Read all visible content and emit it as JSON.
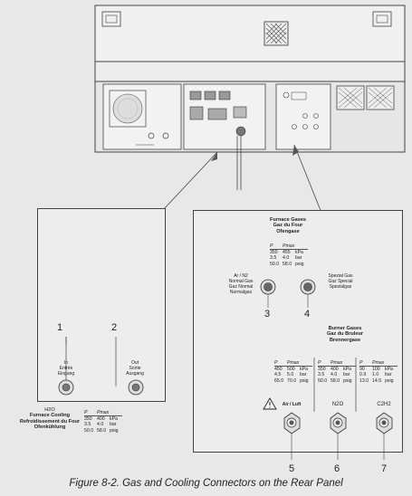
{
  "caption": "Figure 8-2.  Gas and Cooling Connectors on the Rear Panel",
  "furnace_gases": {
    "title": [
      "Furnace Gases",
      "Gaz du Four",
      "Ofengase"
    ],
    "table": {
      "h1": "P",
      "h2": "Pmax",
      "rows": [
        [
          "350",
          "455",
          "kPa"
        ],
        [
          "3.5",
          "4.0",
          "bar"
        ],
        [
          "50.0",
          "58.0",
          "psig"
        ]
      ]
    },
    "left_label": [
      "Ar / N2",
      "Normal Gas",
      "Gaz Normal",
      "Normalgas"
    ],
    "right_label": [
      "Spezial Gas",
      "Gaz Special",
      "Spezialgas"
    ]
  },
  "burner_gases": {
    "title": [
      "Burner Gases",
      "Gaz du Bruleur",
      "Brennergase"
    ],
    "tables": [
      {
        "h1": "P",
        "h2": "Pmax",
        "rows": [
          [
            "450",
            "500",
            "kPa"
          ],
          [
            "4.5",
            "5.0",
            "bar"
          ],
          [
            "65.0",
            "70.0",
            "psig"
          ]
        ]
      },
      {
        "h1": "P",
        "h2": "Pmax",
        "rows": [
          [
            "350",
            "400",
            "kPa"
          ],
          [
            "3.5",
            "4.0",
            "bar"
          ],
          [
            "50.0",
            "58.0",
            "psig"
          ]
        ]
      },
      {
        "h1": "P",
        "h2": "Pmax",
        "rows": [
          [
            "90",
            "100",
            "kPa"
          ],
          [
            "0.9",
            "1.0",
            "bar"
          ],
          [
            "13.0",
            "14.5",
            "psig"
          ]
        ]
      }
    ],
    "air_label": "Air / Luft",
    "n2o_label": "N2O",
    "c2h2_label": "C2H2"
  },
  "cooling": {
    "in_label": [
      "In",
      "Entrée",
      "Eingang"
    ],
    "out_label": [
      "Out",
      "Sortie",
      "Ausgang"
    ],
    "title": [
      "H2O",
      "Furnace Cooling",
      "Refroidissement du Four",
      "Ofenkühlung"
    ],
    "table": {
      "h1": "P",
      "h2": "Pmax",
      "rows": [
        [
          "350",
          "400",
          "kPa"
        ],
        [
          "3.5",
          "4.0",
          "bar"
        ],
        [
          "50.0",
          "58.0",
          "psig"
        ]
      ]
    }
  },
  "callouts": [
    "1",
    "2",
    "3",
    "4",
    "5",
    "6",
    "7"
  ]
}
